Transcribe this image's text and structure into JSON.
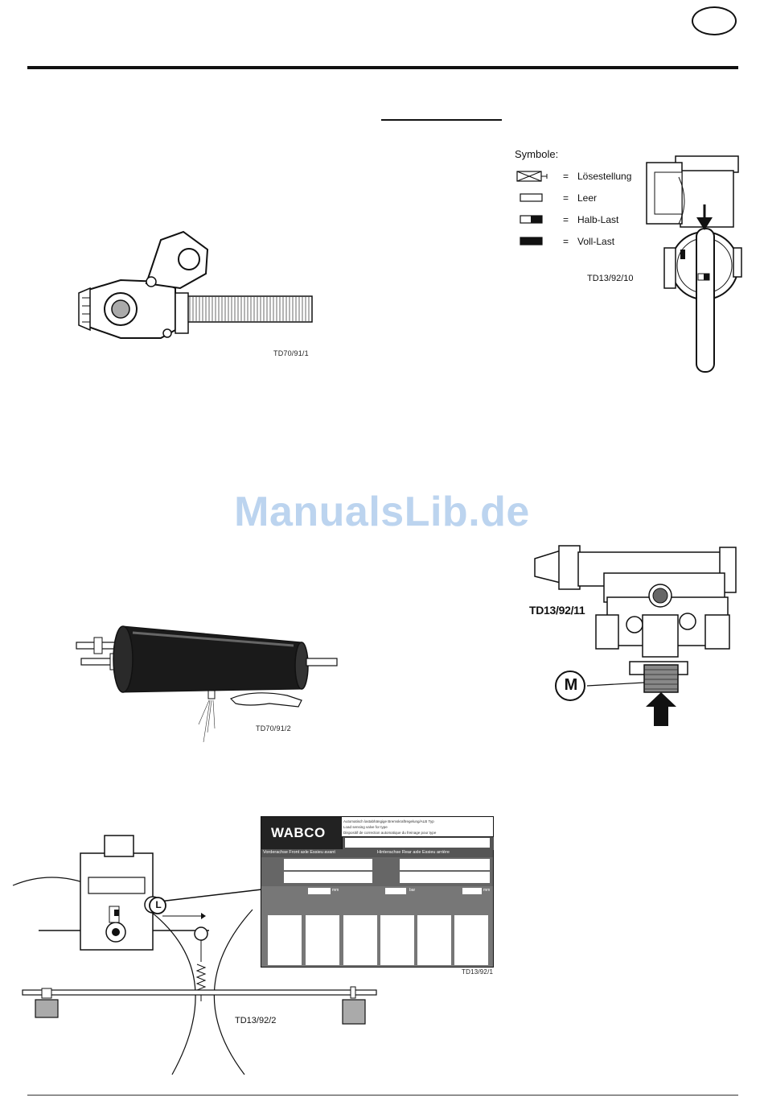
{
  "watermark": "ManualsLib.de",
  "figures": {
    "coupling_head": {
      "caption": "TD70/91/1"
    },
    "reservoir": {
      "caption": "TD70/91/2"
    },
    "valve_symbols": {
      "caption": "TD13/92/10",
      "title": "Symbole:",
      "symbols": [
        {
          "label": "Lösestellung",
          "eq": "="
        },
        {
          "label": "Leer",
          "eq": "="
        },
        {
          "label": "Halb-Last",
          "eq": "="
        },
        {
          "label": "Voll-Last",
          "eq": "="
        }
      ]
    },
    "valve_m": {
      "caption": "TD13/92/11",
      "marker": "M"
    },
    "installation": {
      "caption": "TD13/92/2",
      "marker": "L"
    },
    "plate": {
      "caption": "TD13/92/1",
      "brand": "WABCO",
      "header_lines": [
        "Automatisch lastabhängige Bremskraftregelung/ALB Typ",
        "Load sensing valve for type",
        "Dispositif de correction automatique du freinage pour type"
      ],
      "front_axle": "Vorderachse  Front axle  Essieu avant",
      "rear_axle": "Hinterachse  Rear axle  Essieu arrière",
      "units": [
        "mm",
        "bar",
        "mm"
      ]
    }
  }
}
